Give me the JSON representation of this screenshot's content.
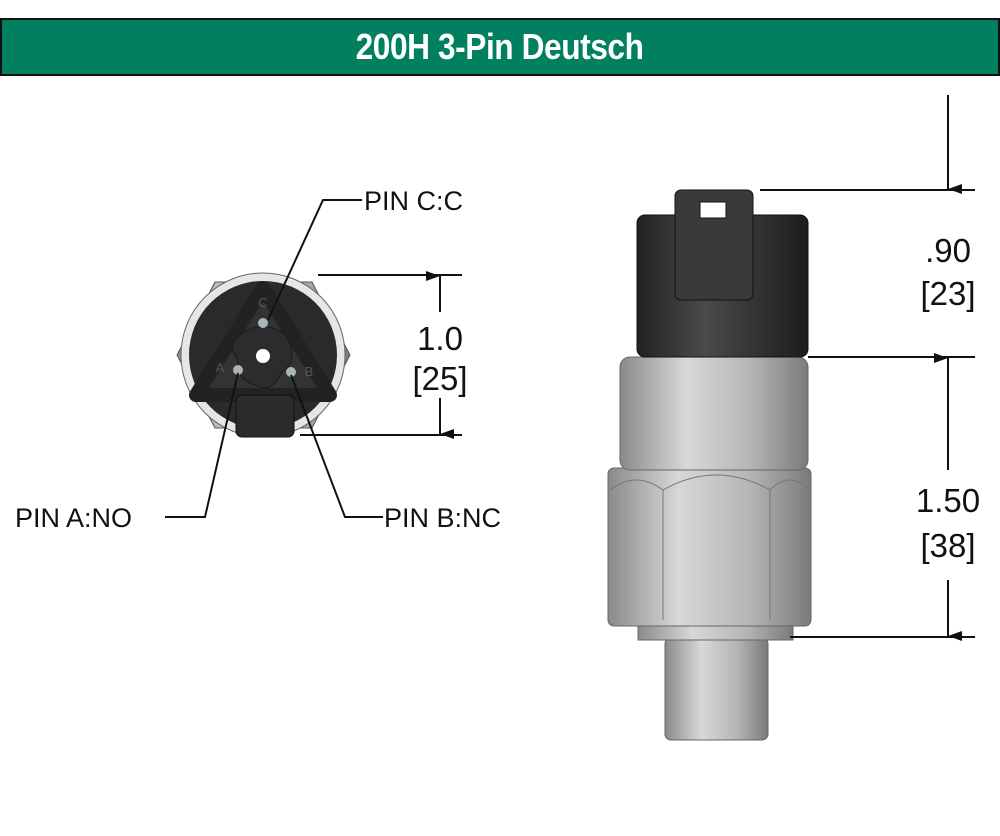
{
  "title": "200H 3-Pin Deutsch",
  "colors": {
    "header": "#00805f",
    "header_text": "#ffffff"
  },
  "pins": {
    "c": "PIN C:C",
    "a": "PIN A:NO",
    "b": "PIN B:NC",
    "c_mark": "C",
    "a_mark": "A",
    "b_mark": "B"
  },
  "dimensions": {
    "face_height": [
      "1.0",
      "[25]"
    ],
    "connector_height": [
      ".90",
      "[23]"
    ],
    "body_height": [
      "1.50",
      "[38]"
    ]
  }
}
